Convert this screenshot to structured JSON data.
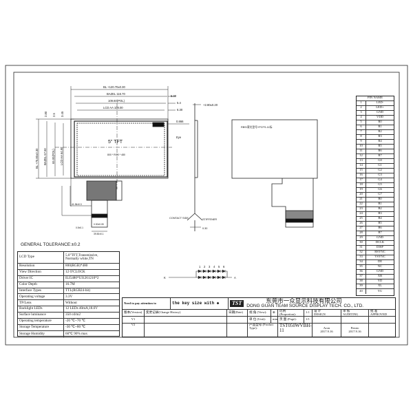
{
  "tolerance": "GENERAL  TOLERANCE:±0.2",
  "specs": [
    {
      "label": "LCD Type",
      "value": "5.0\"TFT,Transmissive,\nNormally white,TN"
    },
    {
      "label": "Resolution",
      "value": "800(RGB)*480"
    },
    {
      "label": "View Direction",
      "value": "12 O'CLOCK"
    },
    {
      "label": "Driver IC",
      "value": "ILI5480*UI1261210*2"
    },
    {
      "label": "Color Depth",
      "value": "16.7M"
    },
    {
      "label": "Interface Types",
      "value": "TTL(RGB24-bit)"
    },
    {
      "label": "Operating voltage",
      "value": "3.3V"
    },
    {
      "label": "TP/Lens",
      "value": "Without"
    },
    {
      "label": "Backlight LEDs",
      "value": "12 LEDs  40mA,18.6V"
    },
    {
      "label": "Surface luminance",
      "value": "350 cd/m2"
    },
    {
      "label": "Operating temperature",
      "value": "-20 ℃~70 ℃"
    },
    {
      "label": "Storage Temperature",
      "value": "-30 ℃~80 ℃"
    },
    {
      "label": "Storage Humidity",
      "value": "60℃ 90% max"
    }
  ],
  "pins": {
    "header": "PIN NAME",
    "names": [
      "LED-",
      "LED+",
      "GND",
      "VDD",
      "R0",
      "R1",
      "R2",
      "R3",
      "R4",
      "R5",
      "R6",
      "R7",
      "G0",
      "G1",
      "G2",
      "G3",
      "G4",
      "G5",
      "G6",
      "G7",
      "B0",
      "B1",
      "B2",
      "B3",
      "B4",
      "B5",
      "B6",
      "B7",
      "GND",
      "DCLK",
      "DISP",
      "HSYNC",
      "VSYNC",
      "DE",
      "NC",
      "GND",
      "XR",
      "YD",
      "XL",
      "YU"
    ]
  },
  "drawing": {
    "bl_width": "BL +120.70±0.30",
    "bazel_width": "BAZEL 116.70",
    "pol_width": "109.60(POL)",
    "aa_width": "LCD AA 108.00",
    "d_500": "5.00",
    "d_54": "5.4",
    "d_630": "6.30",
    "d_0866": "0.866",
    "d_280": "2.80",
    "d_25": "2.5",
    "d_345": "3.45",
    "bl_height": "BL +75.80±0.30",
    "bazel_height": "BAZEL 67.50",
    "pol_height": "65.00(POL)",
    "aa_height": "LCD AA 64.80",
    "panel_label": "5\" TFT",
    "panel_res": "800 * RGB * 480",
    "eye": "Eye",
    "thickness": "+2.80±0.20",
    "rear_label": "RBS/背光型号+PCFS-11标",
    "contact_side": "CONTACT SIDE",
    "stiffener": "STIFFENER",
    "fpc_t": "0.30",
    "fpc_dims": [
      "41.36±0.3",
      "0.30±0.05",
      "0.5±0.1",
      "39.50±0.1"
    ],
    "led_numbers": [
      "1",
      "2",
      "3",
      "4",
      "5",
      "6"
    ],
    "led_k": "K",
    "led_a": "A"
  },
  "title_block": {
    "attention": "Need to pay attention to",
    "key_size": "the key size with ◆",
    "company_cn": "东莞市一众显示科技有限公司",
    "company_en": "DONG GUAN TEAM SOURCE DISPLAY TECH. CO., LTD.",
    "logo": "TST",
    "version_h": "版本(Version)",
    "history_h": "变更记录(Change History)",
    "date_h": "日期(Date)",
    "v1": "V1",
    "v2": "V2",
    "view_h": "视 角 (View):",
    "proportion_h": "比例(Proportion):",
    "proportion": "1:1",
    "unit_h": "单 位 (Unit):",
    "unit": "mm",
    "page_h": "页 面 (Page):",
    "page": "1/1",
    "type_h": "产品型号 (Product Type):",
    "product_type": "TST050WVBH-11",
    "design_h": "设 计\nDESIGN",
    "audit_h": "审 核\nAUDITING",
    "approve_h": "批 准\nAPPROVED",
    "designer": "Aron\n2017.9.16",
    "auditor": "Pemio\n2017.9.16"
  }
}
